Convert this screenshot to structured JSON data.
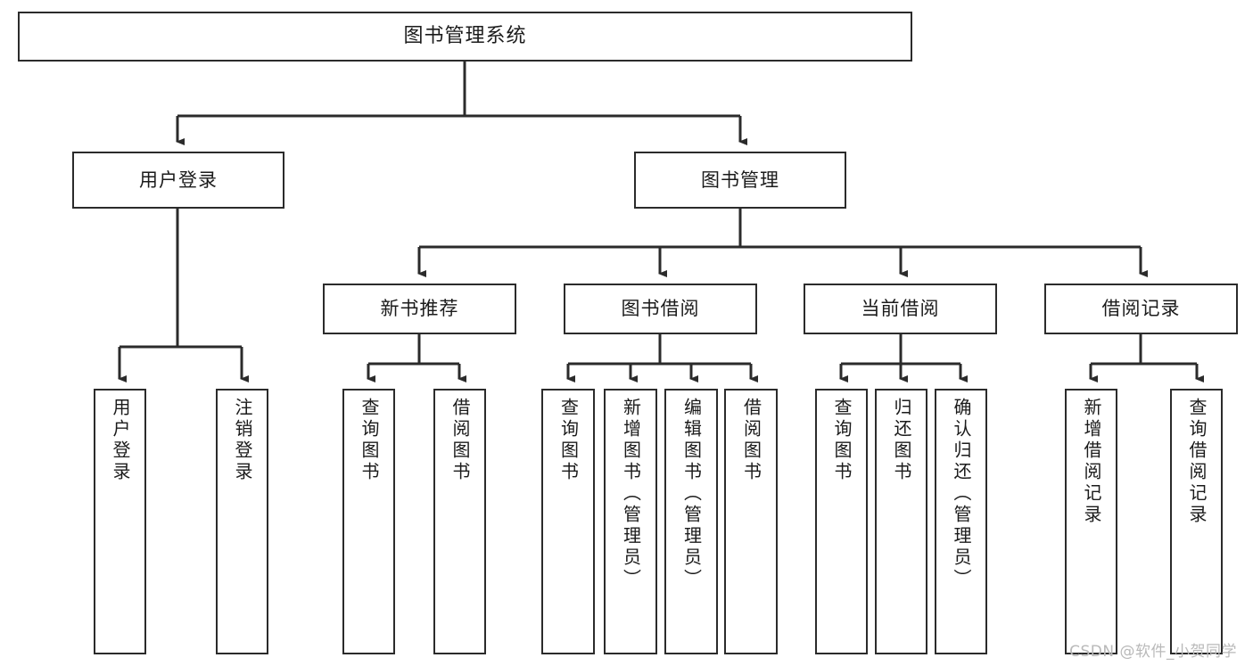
{
  "diagram": {
    "kind": "tree-diagram",
    "title": "图书管理系统",
    "colors": {
      "background": "#ffffff",
      "box_border": "#2b2b2b",
      "box_fill": "#ffffff",
      "connector": "#2b2b2b",
      "text": "#1b1b1b",
      "watermark": "#b9b9b9"
    },
    "root": {
      "label": "图书管理系统"
    },
    "level2": [
      {
        "label": "用户登录"
      },
      {
        "label": "图书管理"
      }
    ],
    "level3": [
      {
        "label": "新书推荐"
      },
      {
        "label": "图书借阅"
      },
      {
        "label": "当前借阅"
      },
      {
        "label": "借阅记录"
      }
    ],
    "leaves": {
      "user_login": [
        {
          "label": "用户登录"
        },
        {
          "label": "注销登录"
        }
      ],
      "new_book": [
        {
          "label": "查询图书"
        },
        {
          "label": "借阅图书"
        }
      ],
      "book_borrow": [
        {
          "label": "查询图书"
        },
        {
          "label": "新增图书（管理员）"
        },
        {
          "label": "编辑图书（管理员）"
        },
        {
          "label": "借阅图书"
        }
      ],
      "current_borrow": [
        {
          "label": "查询图书"
        },
        {
          "label": "归还图书"
        },
        {
          "label": "确认归还（管理员）"
        }
      ],
      "borrow_record": [
        {
          "label": "新增借阅记录"
        },
        {
          "label": "查询借阅记录"
        }
      ]
    },
    "watermark": "CSDN @软件_小贺同学"
  }
}
